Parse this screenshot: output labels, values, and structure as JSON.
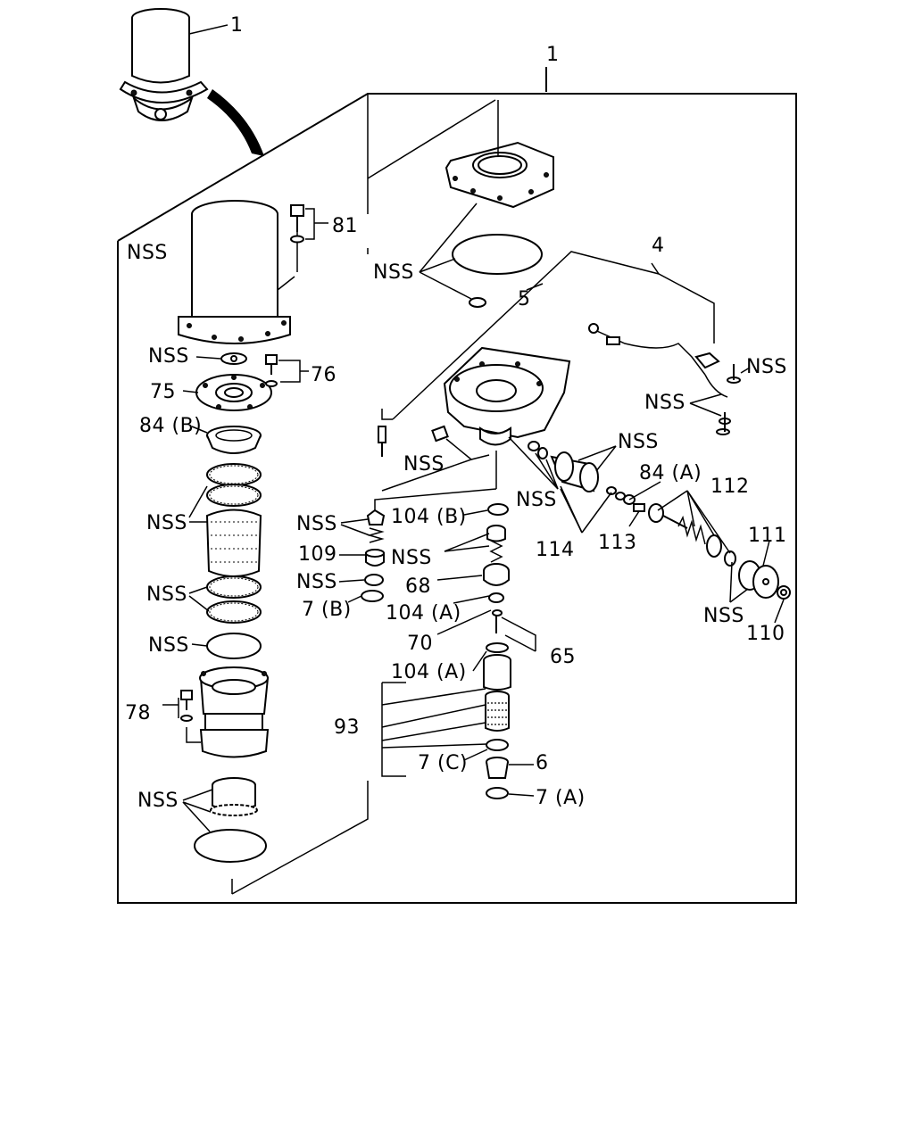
{
  "labels": {
    "top_1": "1",
    "frame_1": "1",
    "l4": "4",
    "l5": "5",
    "l81": "81",
    "l76": "76",
    "l75": "75",
    "l84b": "84 (B)",
    "l78": "78",
    "l93": "93",
    "l7c": "7 (C)",
    "l6": "6",
    "l7a": "7 (A)",
    "l104b": "104 (B)",
    "l109": "109",
    "l68": "68",
    "l7b": "7 (B)",
    "l104a1": "104 (A)",
    "l70": "70",
    "l65": "65",
    "l104a2": "104 (A)",
    "l114": "114",
    "l113": "113",
    "l84a": "84 (A)",
    "l112": "112",
    "l111": "111",
    "l110": "110",
    "nss": "NSS"
  }
}
